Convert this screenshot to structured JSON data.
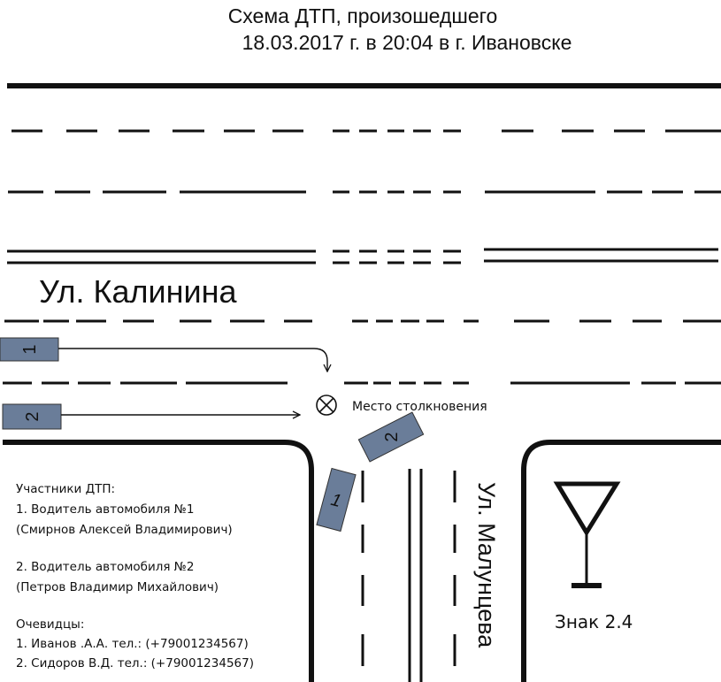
{
  "title": {
    "line1": "Схема ДТП, произошедшего",
    "line2": "18.03.2017 г. в 20:04 в г. Ивановске"
  },
  "streets": {
    "horizontal": "Ул. Калинина",
    "vertical": "Ул. Малунцева"
  },
  "vehicles": [
    {
      "label": "1",
      "color": "#6a7d99"
    },
    {
      "label": "2",
      "color": "#6a7d99"
    }
  ],
  "collision": {
    "label": "Место столкновения",
    "icon": "circle-x-icon"
  },
  "sign": {
    "label": "Знак 2.4",
    "icon": "yield-sign-icon"
  },
  "info": {
    "participants_heading": "Участники ДТП:",
    "driver1": "1. Водитель автомобиля №1",
    "driver1_name": "(Смирнов Алексей Владимирович)",
    "driver2": "2. Водитель автомобиля №2",
    "driver2_name": "(Петров Владимир Михайлович)",
    "witnesses_heading": "Очевидцы:",
    "witness1": "1. Иванов .А.А. тел.: (+79001234567)",
    "witness2": "2. Сидоров В.Д. тел.: (+79001234567)"
  }
}
